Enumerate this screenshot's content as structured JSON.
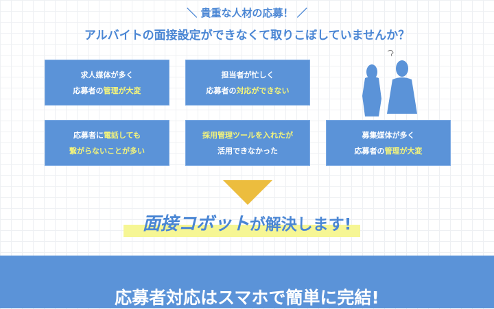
{
  "subheading": "＼ 貴重な人材の応募！ ／",
  "heading": "アルバイトの面接設定ができなくて取りこぼしていませんか？",
  "problems": [
    {
      "l1a": "求人媒体が多く",
      "l1b": "",
      "l2a": "応募者の",
      "l2b": "管理が大変"
    },
    {
      "l1a": "担当者が忙しく",
      "l1b": "",
      "l2a": "応募者の",
      "l2b": "対応ができない"
    },
    {
      "l1a": "応募者に",
      "l1b": "電話しても",
      "l2a": "",
      "l2b": "繋がらないことが多い"
    },
    {
      "l1a": "",
      "l1b": "採用管理ツールを入れたが",
      "l2a": "",
      "l2b": "活用できなかった"
    },
    {
      "l1a": "募集媒体が多く",
      "l1b": "",
      "l2a": "応募者の",
      "l2b": "管理が大変"
    }
  ],
  "solution": {
    "brand": "面接コボット",
    "rest": "が解決します!"
  },
  "banner": "応募者対応はスマホで簡単に完結!"
}
